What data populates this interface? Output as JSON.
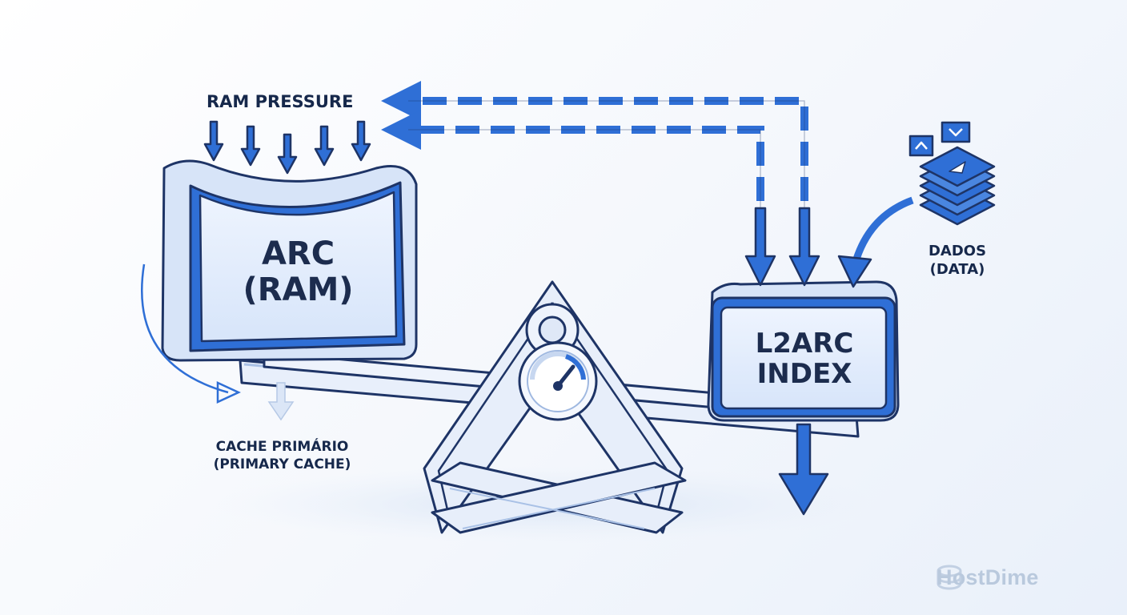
{
  "labels": {
    "ram_pressure": "RAM PRESSURE",
    "arc_line1": "ARC",
    "arc_line2": "(RAM)",
    "l2arc_line1": "L2ARC",
    "l2arc_line2": "INDEX",
    "data_line1": "DADOS",
    "data_line2": "(DATA)",
    "primary_line1": "CACHE PRIMÁRIO",
    "primary_line2": "(PRIMARY CACHE)"
  },
  "brand": {
    "name": "HostDime",
    "icon": "stacked-disks-logo-icon"
  },
  "icons": {
    "gauge": "speedometer-icon",
    "data": "stacked-layers-icon",
    "scale": "balance-scale-icon"
  },
  "colors": {
    "accent": "#2f6fd6",
    "accent_dark": "#1f56b4",
    "outline": "#1e3466",
    "panel_fill": "#dfeafb",
    "text": "#16284b",
    "logo": "#b9c9dd"
  }
}
